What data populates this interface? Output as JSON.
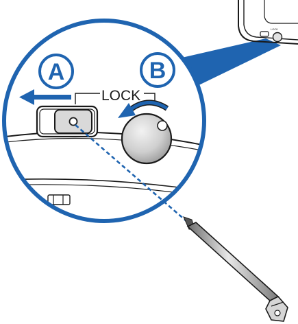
{
  "labels": {
    "a": "A",
    "b": "B",
    "lock": "LOCK",
    "small_lock": "LOCK"
  },
  "colors": {
    "accent": "#1f64b0",
    "outline": "#1a1a1a",
    "background": "#ffffff"
  }
}
